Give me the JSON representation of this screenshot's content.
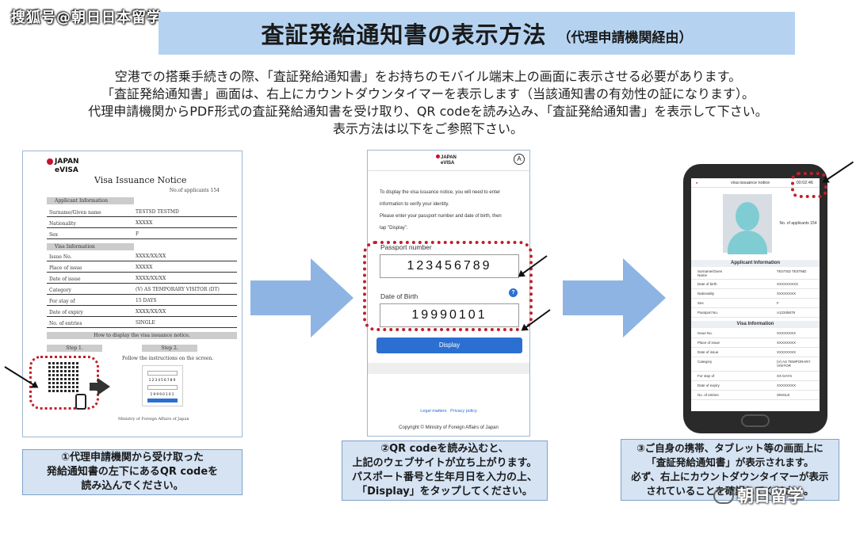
{
  "watermark_top": "搜狐号@朝日日本留学",
  "banner": {
    "title": "査証発給通知書の表示方法",
    "subtitle": "（代理申請機関経由）"
  },
  "intro": [
    "空港での搭乗手続きの際、「査証発給通知書」をお持ちのモバイル端末上の画面に表示させる必要があります。",
    "「査証発給通知書」画面は、右上にカウントダウンタイマーを表示します（当該通知書の有効性の証になります）。",
    "代理申請機関からPDF形式の査証発給通知書を受け取り、QR codeを読み込み、「査証発給通知書」を表示して下さい。",
    "表示方法は以下をご参照下さい。"
  ],
  "doc": {
    "logo_line1": "JAPAN",
    "logo_line2": "eVISA",
    "title": "Visa Issuance Notice",
    "num_applicants": "No.of applicants 154",
    "sec_applicant": "Applicant Information",
    "sec_visa": "Visa Information",
    "rows_applicant": [
      {
        "k": "Surname/Given name",
        "v": "TESTSD TESTMD"
      },
      {
        "k": "Nationality",
        "v": "XXXXX"
      },
      {
        "k": "Sex",
        "v": "F"
      }
    ],
    "rows_visa": [
      {
        "k": "Issue No.",
        "v": "XXXX/XX/XX"
      },
      {
        "k": "Place of issue",
        "v": "XXXXX"
      },
      {
        "k": "Date of issue",
        "v": "XXXX/XX/XX"
      },
      {
        "k": "Category",
        "v": "(V) AS TEMPORARY VISITOR (DT)"
      },
      {
        "k": "For stay of",
        "v": "15 DAYS"
      },
      {
        "k": "Date of expiry",
        "v": "XXXX/XX/XX"
      },
      {
        "k": "No. of entries",
        "v": "SINGLE"
      }
    ],
    "how_to": "How to display the visa issuance notice.",
    "step1": "Step 1.",
    "step2": "Step 2.",
    "step_text": "Follow the instructions on the screen.",
    "mofa": "Ministry of Foreign Affairs of Japan",
    "mini_num1": "123456789",
    "mini_num2": "19990101"
  },
  "web": {
    "logo_line1": "JAPAN",
    "logo_line2": "eVISA",
    "globe": "A",
    "instructions": [
      "To display the visa issuance notice, you will need to enter",
      "information to verify your identity.",
      "Please enter your passport number and date of birth, then",
      "tap \"Display\"."
    ],
    "passport_label": "Passport number",
    "passport_value": "123456789",
    "dob_label": "Date of Birth",
    "dob_value": "19990101",
    "help": "?",
    "display_button": "Display",
    "legal": "Legal matters",
    "privacy": "Privacy policy",
    "copyright": "Copyright © Ministry of Foreign Affairs of Japan"
  },
  "phone": {
    "header_title": "visa issuance notice",
    "countdown": "00:02:46",
    "num_applicants": "No. of applicants 154",
    "sec_applicant": "Applicant Information",
    "sec_visa": "Visa Information",
    "rows_applicant": [
      {
        "k": "Surname/Given Name",
        "v": "TESTSD TESTMD"
      },
      {
        "k": "Date of birth",
        "v": "XXXXXXXXX"
      },
      {
        "k": "Nationality",
        "v": "XXXXXXXX"
      },
      {
        "k": "Sex",
        "v": "F"
      },
      {
        "k": "Passport No.",
        "v": "A12345678"
      }
    ],
    "rows_visa": [
      {
        "k": "Issue No.",
        "v": "XXXXXXXX"
      },
      {
        "k": "Place of issue",
        "v": "XXXXXXXX"
      },
      {
        "k": "Date of issue",
        "v": "XXXXXXXX"
      },
      {
        "k": "Category",
        "v": "(V) AS TEMPORARY VISITOR"
      },
      {
        "k": "For stay of",
        "v": "XX DAYS"
      },
      {
        "k": "Date of expiry",
        "v": "XXXXXXXX"
      },
      {
        "k": "No. of entries",
        "v": "SINGLE"
      }
    ]
  },
  "captions": {
    "c1": [
      "①代理申請機関から受け取った",
      "発給通知書の左下にあるQR codeを",
      "読み込んでください。"
    ],
    "c2": [
      "②QR codeを読み込むと、",
      "上記のウェブサイトが立ち上がります。",
      "パスポート番号と生年月日を入力の上、",
      "「Display」をタップしてください。"
    ],
    "c3": [
      "③ご自身の携帯、タブレット等の画面上に",
      "「査証発給通知書」が表示されます。",
      "必ず、右上にカウントダウンタイマーが表示",
      "されていることを確認してください。"
    ]
  },
  "watermark_bottom": "朝日留学",
  "colors": {
    "banner": "#b5d3f1",
    "arrow": "#8eb4e3",
    "circle": "#c0202a",
    "caption_bg": "#d5e3f3",
    "button": "#2b6fd1"
  }
}
